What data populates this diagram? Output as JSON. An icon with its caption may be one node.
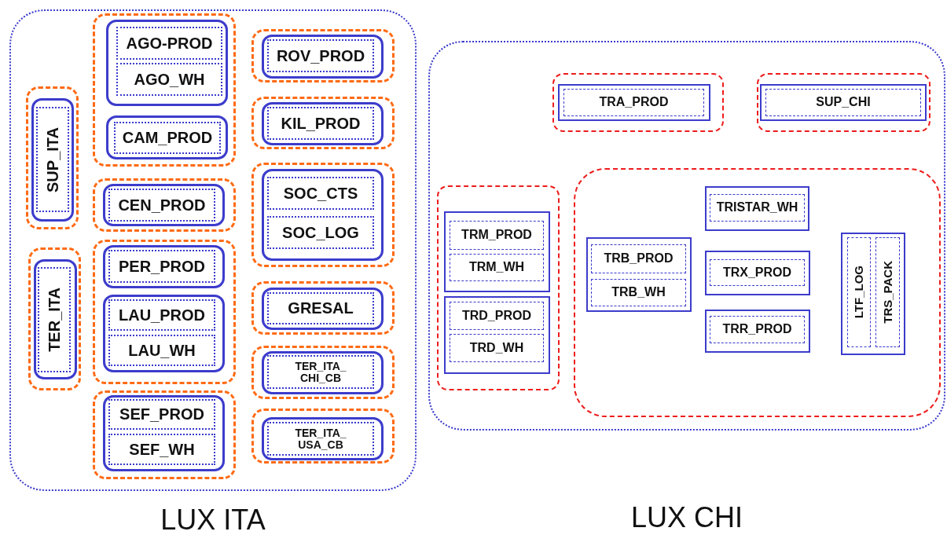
{
  "diagram": {
    "nodes": [
      {
        "text": [
          "LUX ITA"
        ]
      },
      {
        "text": [],
        "shape": "box",
        "in": 0
      },
      {
        "text": [],
        "shape": "box",
        "in": 1
      },
      {
        "text": [
          "SUP_ITA"
        ],
        "in": 2
      },
      {
        "text": [],
        "shape": "box",
        "in": 0
      },
      {
        "text": [],
        "shape": "box",
        "in": 4
      },
      {
        "text": [
          "TER_ITA"
        ],
        "in": 5
      },
      {
        "text": [],
        "shape": "box",
        "in": 0
      },
      {
        "text": [],
        "shape": "box",
        "in": 7
      },
      {
        "text": [
          "AGO-PROD"
        ],
        "in": 8
      },
      {
        "text": [
          "AGO_WH"
        ],
        "in": 8
      },
      {
        "text": [],
        "shape": "box",
        "in": 7
      },
      {
        "text": [
          "CAM_PROD"
        ],
        "in": 11
      },
      {
        "text": [],
        "shape": "box",
        "in": 0
      },
      {
        "text": [],
        "shape": "box",
        "in": 13
      },
      {
        "text": [
          "CEN_PROD"
        ],
        "in": 14
      },
      {
        "text": [],
        "shape": "box",
        "in": 0
      },
      {
        "text": [],
        "shape": "box",
        "in": 16
      },
      {
        "text": [
          "PER_PROD"
        ],
        "in": 17
      },
      {
        "text": [],
        "shape": "box",
        "in": 16
      },
      {
        "text": [
          "LAU_PROD"
        ],
        "in": 19
      },
      {
        "text": [
          "LAU_WH"
        ],
        "in": 19
      },
      {
        "text": [],
        "shape": "box",
        "in": 0
      },
      {
        "text": [],
        "shape": "box",
        "in": 22
      },
      {
        "text": [
          "SEF_PROD"
        ],
        "in": 23
      },
      {
        "text": [
          "SEF_WH"
        ],
        "in": 23
      },
      {
        "text": [],
        "shape": "box",
        "in": 0
      },
      {
        "text": [],
        "shape": "box",
        "in": 26
      },
      {
        "text": [
          "ROV_PROD"
        ],
        "in": 27
      },
      {
        "text": [],
        "shape": "box",
        "in": 0
      },
      {
        "text": [],
        "shape": "box",
        "in": 29
      },
      {
        "text": [
          "KIL_PROD"
        ],
        "in": 30
      },
      {
        "text": [],
        "shape": "box",
        "in": 0
      },
      {
        "text": [],
        "shape": "box",
        "in": 32
      },
      {
        "text": [
          "SOC_CTS"
        ],
        "in": 33
      },
      {
        "text": [
          "SOC_LOG"
        ],
        "in": 33
      },
      {
        "text": [],
        "shape": "box",
        "in": 0
      },
      {
        "text": [],
        "shape": "box",
        "in": 36
      },
      {
        "text": [
          "GRESAL"
        ],
        "in": 37
      },
      {
        "text": [],
        "shape": "box",
        "in": 0
      },
      {
        "text": [],
        "shape": "box",
        "in": 39
      },
      {
        "text": [
          "TER_ITA_ CHI_CB"
        ],
        "in": 40
      },
      {
        "text": [],
        "shape": "box",
        "in": 0
      },
      {
        "text": [],
        "shape": "box",
        "in": 42
      },
      {
        "text": [
          "TER_ITA_ USA_CB"
        ],
        "in": 43
      },
      {
        "text": [
          "LUX CHI"
        ]
      },
      {
        "text": [],
        "shape": "box",
        "in": 45
      },
      {
        "text": [],
        "shape": "box",
        "in": 46
      },
      {
        "text": [
          "TRA_PROD"
        ],
        "in": 47
      },
      {
        "text": [],
        "shape": "box",
        "in": 45
      },
      {
        "text": [],
        "shape": "box",
        "in": 49
      },
      {
        "text": [
          "SUP_CHI"
        ],
        "in": 50
      },
      {
        "text": [],
        "shape": "box",
        "in": 45
      },
      {
        "text": [],
        "shape": "box",
        "in": 52
      },
      {
        "text": [
          "TRM_PROD"
        ],
        "in": 53
      },
      {
        "text": [
          "TRM_WH"
        ],
        "in": 53
      },
      {
        "text": [],
        "shape": "box",
        "in": 52
      },
      {
        "text": [
          "TRD_PROD"
        ],
        "in": 56
      },
      {
        "text": [
          "TRD_WH"
        ],
        "in": 56
      },
      {
        "text": [],
        "shape": "box",
        "in": 45
      },
      {
        "text": [],
        "shape": "box",
        "in": 59
      },
      {
        "text": [
          "TRB_PROD"
        ],
        "in": 60
      },
      {
        "text": [
          "TRB_WH"
        ],
        "in": 60
      },
      {
        "text": [],
        "shape": "box",
        "in": 59
      },
      {
        "text": [
          "TRISTAR_WH"
        ],
        "in": 63
      },
      {
        "text": [],
        "shape": "box",
        "in": 59
      },
      {
        "text": [
          "TRX_PROD"
        ],
        "in": 65
      },
      {
        "text": [],
        "shape": "box",
        "in": 59
      },
      {
        "text": [
          "TRR_PROD"
        ],
        "in": 67
      },
      {
        "text": [],
        "shape": "box",
        "in": 59
      },
      {
        "text": [
          "LTF_LOG"
        ],
        "in": 69
      },
      {
        "text": [
          "TRS_PACK"
        ],
        "in": 69
      }
    ]
  }
}
